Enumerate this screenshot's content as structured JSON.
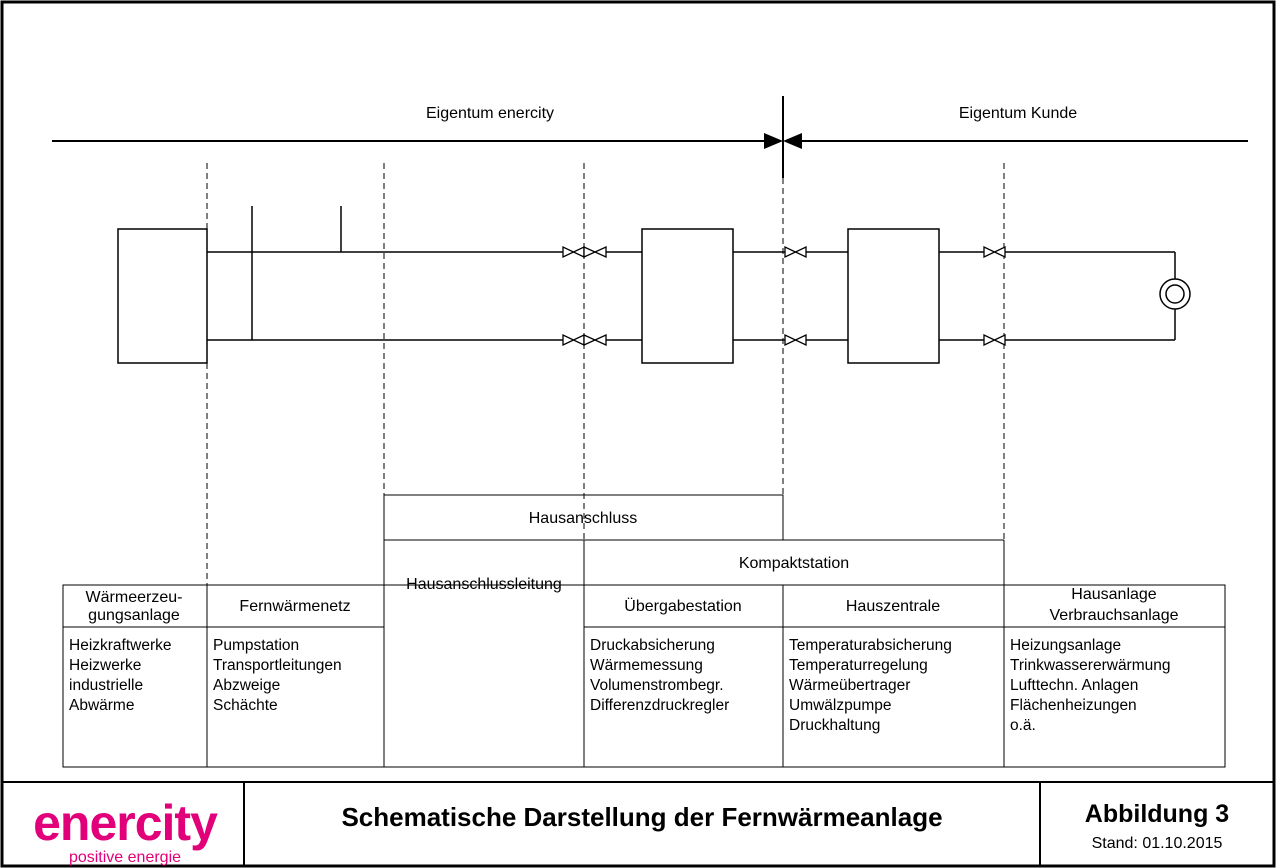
{
  "ownership": {
    "left": "Eigentum enercity",
    "right": "Eigentum Kunde"
  },
  "groups": {
    "hausanschluss": "Hausanschluss",
    "kompaktstation": "Kompaktstation"
  },
  "table": {
    "headers": [
      [
        "Wärmeerzeu-",
        "gungsanlage"
      ],
      [
        "Fernwärmenetz"
      ],
      [
        "Hausanschlussleitung"
      ],
      [
        "Übergabestation"
      ],
      [
        "Hauszentrale"
      ],
      [
        "Hausanlage",
        "Verbrauchsanlage"
      ]
    ],
    "cells": [
      [
        "Heizkraftwerke",
        "Heizwerke",
        "industrielle",
        "Abwärme"
      ],
      [
        "Pumpstation",
        "Transportleitungen",
        "Abzweige",
        "Schächte"
      ],
      [],
      [
        "Druckabsicherung",
        "Wärmemessung",
        "Volumenstrombegr.",
        "Differenzdruckregler"
      ],
      [
        "Temperaturabsicherung",
        "Temperaturregelung",
        "Wärmeübertrager",
        "Umwälzpumpe",
        "Druckhaltung"
      ],
      [
        "Heizungsanlage",
        "Trinkwassererwärmung",
        "Lufttechn. Anlagen",
        "Flächenheizungen",
        "o.ä."
      ]
    ]
  },
  "footer": {
    "logo_text": "enercity",
    "logo_tagline": "positive energie",
    "title": "Schematische Darstellung der Fernwärmeanlage",
    "figure": "Abbildung 3",
    "date": "Stand: 01.10.2015"
  },
  "colors": {
    "brand": "#e2007a",
    "line": "#000000"
  }
}
